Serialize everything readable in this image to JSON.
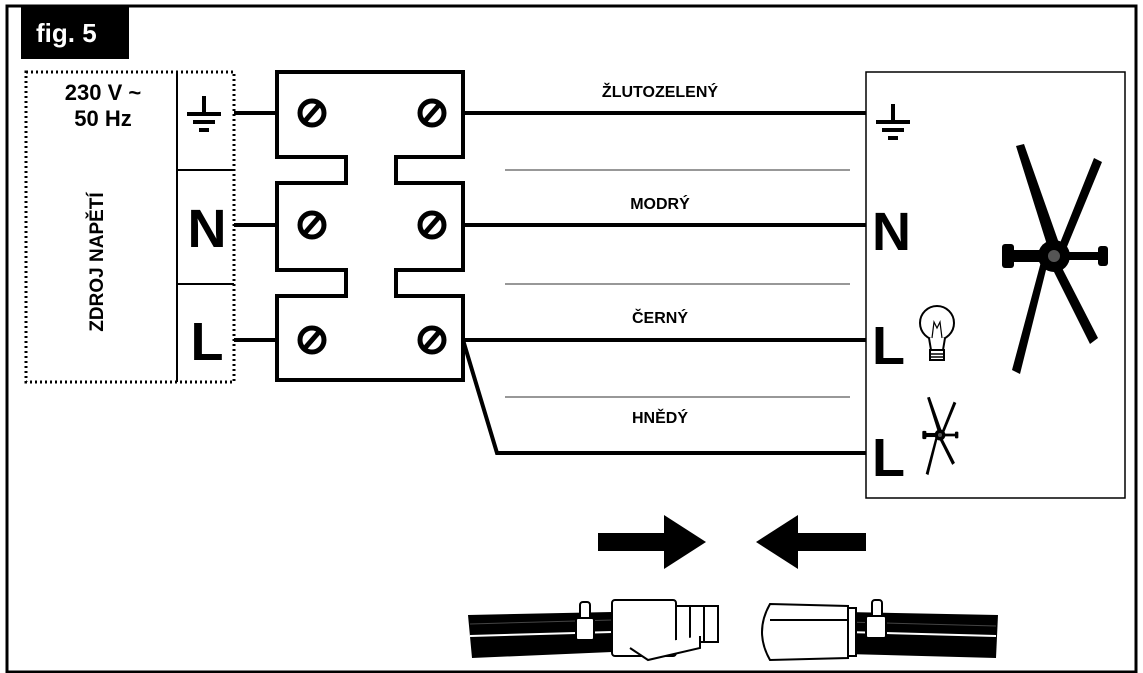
{
  "figure": {
    "label": "fig. 5"
  },
  "power_source": {
    "voltage": "230 V ~",
    "frequency": "50 Hz",
    "caption": "ZDROJ NAPĚTÍ",
    "terminals": {
      "neutral": "N",
      "live": "L"
    }
  },
  "wires": {
    "earth": "ŽLUTOZELENÝ",
    "neutral": "MODRÝ",
    "live_light": "ČERNÝ",
    "live_fan": "HNĚDÝ"
  },
  "fan_terminals": {
    "neutral": "N",
    "live_light": "L",
    "live_fan": "L"
  },
  "icons": [
    "earth-icon",
    "screw-icon",
    "light-bulb-icon",
    "ceiling-fan-icon",
    "arrow-right-icon",
    "arrow-left-icon",
    "connector-plug-icon",
    "connector-socket-icon"
  ],
  "colors": {
    "frame": "#000000",
    "background": "#ffffff",
    "label_bg": "#000000",
    "label_fg": "#ffffff"
  }
}
